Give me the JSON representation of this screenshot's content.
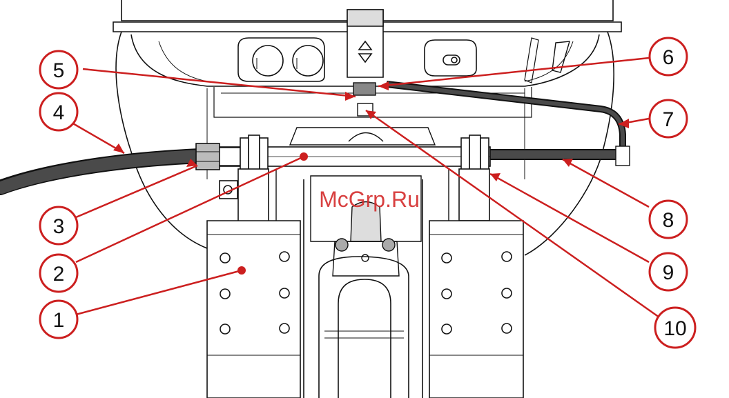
{
  "watermark": "McGrp.Ru",
  "colors": {
    "callout": "#cc1f1f",
    "line": "#111111",
    "cable": "#4a4a4a",
    "watermark": "#d42c2c"
  },
  "icons": {
    "tilt_switch": "up-down-arrows-icon"
  },
  "callouts": [
    {
      "id": "1",
      "label": "1"
    },
    {
      "id": "2",
      "label": "2"
    },
    {
      "id": "3",
      "label": "3"
    },
    {
      "id": "4",
      "label": "4"
    },
    {
      "id": "5",
      "label": "5"
    },
    {
      "id": "6",
      "label": "6"
    },
    {
      "id": "7",
      "label": "7"
    },
    {
      "id": "8",
      "label": "8"
    },
    {
      "id": "9",
      "label": "9"
    },
    {
      "id": "10",
      "label": "10"
    }
  ]
}
